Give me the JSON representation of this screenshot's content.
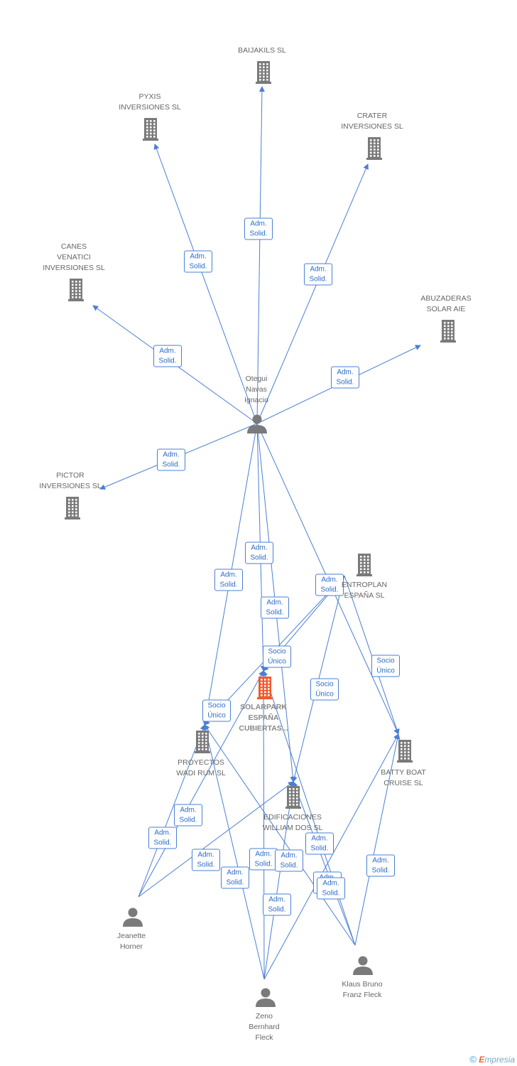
{
  "colors": {
    "edge": "#4a7fd6",
    "node": "#7a7a7a",
    "focus": "#ef5a2f",
    "person": "#7a7a7a"
  },
  "nodes": [
    {
      "id": "baijakils",
      "type": "company",
      "label": "BAIJAKILS SL"
    },
    {
      "id": "pyxis",
      "type": "company",
      "label": "PYXIS\nINVERSIONES SL"
    },
    {
      "id": "crater",
      "type": "company",
      "label": "CRATER\nINVERSIONES SL"
    },
    {
      "id": "canes",
      "type": "company",
      "label": "CANES\nVENATICI\nINVERSIONES SL"
    },
    {
      "id": "abuzaderas",
      "type": "company",
      "label": "ABUZADERAS\nSOLAR AIE"
    },
    {
      "id": "pictor",
      "type": "company",
      "label": "PICTOR\nINVERSIONES SL"
    },
    {
      "id": "otegui",
      "type": "person",
      "label": "Otegui\nNavas\nIgnacio"
    },
    {
      "id": "entroplan",
      "type": "company",
      "label": "ENTROPLAN\nESPAÑA SL"
    },
    {
      "id": "solarpark",
      "type": "focus",
      "label": "SOLARPARK\nESPAÑA\nCUBIERTAS..."
    },
    {
      "id": "proyectos",
      "type": "company",
      "label": "PROYECTOS\nWADI RUM SL"
    },
    {
      "id": "battyboat",
      "type": "company",
      "label": "BATTY BOAT\nCRUISE SL"
    },
    {
      "id": "edificaciones",
      "type": "company",
      "label": "EDIFICACIONES\nWILLIAM DOS SL"
    },
    {
      "id": "jeanette",
      "type": "person",
      "label": "Jeanette\nHorner"
    },
    {
      "id": "klaus",
      "type": "person",
      "label": "Klaus Bruno\nFranz Fleck"
    },
    {
      "id": "zeno",
      "type": "person",
      "label": "Zeno\nBernhard\nFleck"
    }
  ],
  "edge_labels": {
    "adm": "Adm.\nSolid.",
    "socio": "Socio\nÚnico"
  },
  "edges": [
    {
      "from": "otegui",
      "to": "baijakils",
      "label": "adm"
    },
    {
      "from": "otegui",
      "to": "pyxis",
      "label": "adm"
    },
    {
      "from": "otegui",
      "to": "crater",
      "label": "adm"
    },
    {
      "from": "otegui",
      "to": "canes",
      "label": "adm"
    },
    {
      "from": "otegui",
      "to": "abuzaderas",
      "label": "adm"
    },
    {
      "from": "otegui",
      "to": "pictor",
      "label": "adm"
    },
    {
      "from": "otegui",
      "to": "proyectos",
      "label": "adm"
    },
    {
      "from": "otegui",
      "to": "solarpark",
      "label": "adm"
    },
    {
      "from": "otegui",
      "to": "edificaciones",
      "label": "adm"
    },
    {
      "from": "otegui",
      "to": "battyboat",
      "label": "adm"
    },
    {
      "from": "entroplan",
      "to": "solarpark",
      "label": "socio"
    },
    {
      "from": "entroplan",
      "to": "proyectos",
      "label": "socio"
    },
    {
      "from": "entroplan",
      "to": "edificaciones",
      "label": "socio"
    },
    {
      "from": "entroplan",
      "to": "battyboat",
      "label": "socio"
    },
    {
      "from": "jeanette",
      "to": "proyectos",
      "label": "adm"
    },
    {
      "from": "jeanette",
      "to": "solarpark",
      "label": "adm"
    },
    {
      "from": "jeanette",
      "to": "edificaciones",
      "label": "adm"
    },
    {
      "from": "zeno",
      "to": "proyectos",
      "label": "adm"
    },
    {
      "from": "zeno",
      "to": "solarpark",
      "label": "adm"
    },
    {
      "from": "zeno",
      "to": "edificaciones",
      "label": "adm"
    },
    {
      "from": "zeno",
      "to": "battyboat",
      "label": "adm"
    },
    {
      "from": "klaus",
      "to": "proyectos",
      "label": "adm"
    },
    {
      "from": "klaus",
      "to": "solarpark",
      "label": "adm"
    },
    {
      "from": "klaus",
      "to": "edificaciones",
      "label": "adm"
    },
    {
      "from": "klaus",
      "to": "battyboat",
      "label": "adm"
    }
  ],
  "footer": {
    "copyright": "©",
    "brand_e": "E",
    "brand_rest": "mpresia"
  }
}
